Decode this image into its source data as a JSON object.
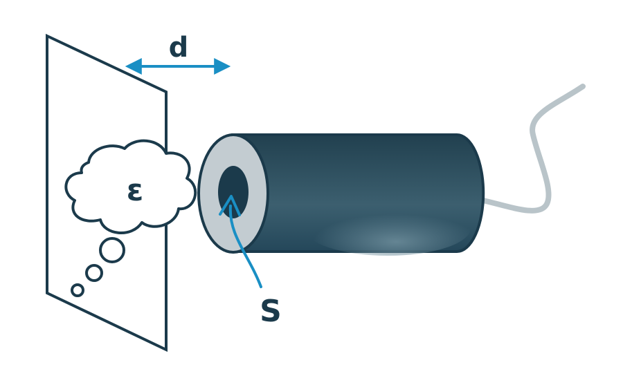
{
  "labels": {
    "distance": "d",
    "permittivity": "ε",
    "area": "S"
  },
  "colors": {
    "outline": "#1b3a4b",
    "arrow_blue": "#1a8fc4",
    "cable_gray": "#b9c4c9",
    "ring_gray": "#c3ccd1",
    "cylinder_dark": "#244657",
    "cylinder_highlight": "#5a7988",
    "core": "#1b3a4b"
  },
  "icons": {
    "dimension_arrow": "double-arrow-horizontal",
    "pointer_arrow": "curved-arrow"
  }
}
